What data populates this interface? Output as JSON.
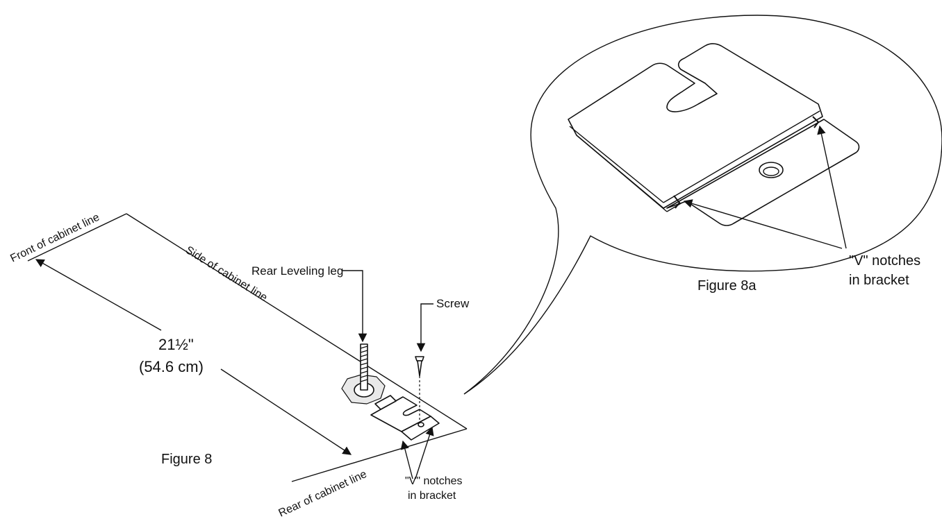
{
  "figure8": {
    "caption": "Figure 8",
    "labels": {
      "front_of_cabinet": "Front of cabinet line",
      "side_of_cabinet": "Side of cabinet line",
      "rear_of_cabinet": "Rear of cabinet line",
      "rear_leveling_leg": "Rear Leveling leg",
      "screw": "Screw",
      "v_notches_line1": "\"V\" notches",
      "v_notches_line2": "in bracket"
    },
    "dimension": {
      "imperial": "21½\"",
      "metric": "(54.6 cm)"
    }
  },
  "figure8a": {
    "caption": "Figure 8a",
    "v_notches_line1": "\"V\" notches",
    "v_notches_line2": "in bracket"
  },
  "colors": {
    "ink": "#111111",
    "background": "#ffffff",
    "shade": "#e9e9e9"
  }
}
